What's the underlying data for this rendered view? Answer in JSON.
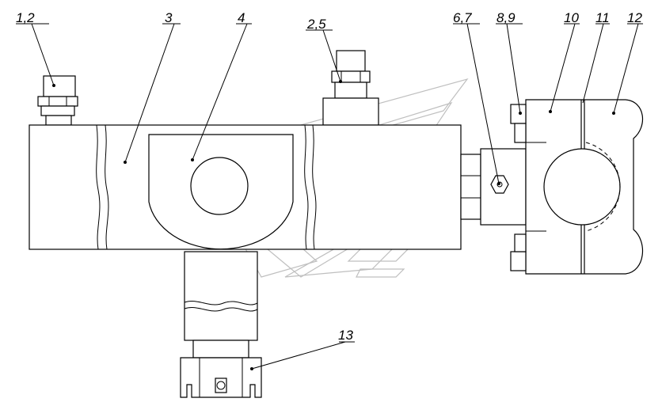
{
  "callouts": [
    {
      "id": "c12",
      "text": "1,2"
    },
    {
      "id": "c3",
      "text": "3"
    },
    {
      "id": "c4",
      "text": "4"
    },
    {
      "id": "c25",
      "text": "2,5"
    },
    {
      "id": "c67",
      "text": "6,7"
    },
    {
      "id": "c89",
      "text": "8,9"
    },
    {
      "id": "c10",
      "text": "10"
    },
    {
      "id": "c11",
      "text": "11"
    },
    {
      "id": "c12b",
      "text": "12"
    },
    {
      "id": "c13",
      "text": "13"
    }
  ],
  "colors": {
    "line": "#000000",
    "watermark": "#bfbfbf",
    "background": "#ffffff"
  }
}
